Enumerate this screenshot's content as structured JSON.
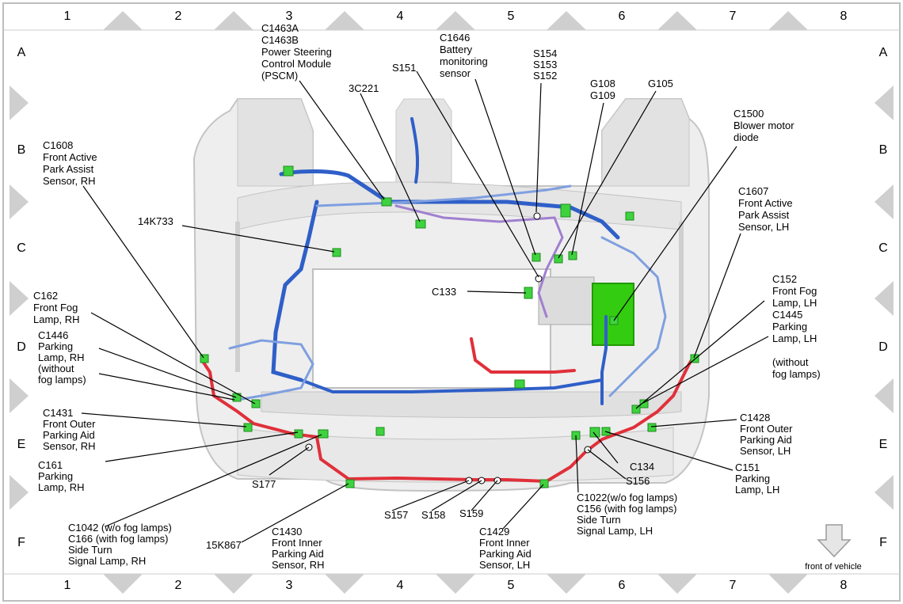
{
  "grid": {
    "columns": [
      "1",
      "2",
      "3",
      "4",
      "5",
      "6",
      "7",
      "8"
    ],
    "rows": [
      "A",
      "B",
      "C",
      "D",
      "E",
      "F"
    ]
  },
  "labels": {
    "c1463": [
      "C1463A",
      "C1463B",
      "Power Steering",
      "Control Module",
      "(PSCM)"
    ],
    "c1646": [
      "C1646",
      "Battery",
      "monitoring",
      "sensor"
    ],
    "s154": [
      "S154",
      "S153",
      "S152"
    ],
    "g108": [
      "G108",
      "G109"
    ],
    "g105": [
      "G105"
    ],
    "s151": [
      "S151"
    ],
    "c3221": [
      "3C221"
    ],
    "c1608": [
      "C1608",
      "Front Active",
      "Park Assist",
      "Sensor, RH"
    ],
    "c1500": [
      "C1500",
      "Blower motor",
      "diode"
    ],
    "c1607": [
      "C1607",
      "Front Active",
      "Park Assist",
      "Sensor, LH"
    ],
    "k14733": [
      "14K733"
    ],
    "c133": [
      "C133"
    ],
    "c162": [
      "C162",
      "Front Fog",
      "Lamp, RH"
    ],
    "c1446": [
      "C1446",
      "Parking",
      "Lamp, RH",
      "(without",
      "fog lamps)"
    ],
    "c152": [
      "C152",
      "Front Fog",
      "Lamp, LH"
    ],
    "c1445": [
      "C1445",
      "Parking",
      "Lamp, LH"
    ],
    "without_fog_lh": [
      "(without",
      "fog lamps)"
    ],
    "c1431": [
      "C1431",
      "Front Outer",
      "Parking Aid",
      "Sensor, RH"
    ],
    "c1428": [
      "C1428",
      "Front Outer",
      "Parking Aid",
      "Sensor, LH"
    ],
    "c161": [
      "C161",
      "Parking",
      "Lamp, RH"
    ],
    "s177": [
      "S177"
    ],
    "c134": [
      "C134"
    ],
    "s156": [
      "S156"
    ],
    "c151": [
      "C151",
      "Parking",
      "Lamp, LH"
    ],
    "c1042": [
      "C1042 (w/o fog lamps)",
      "C166  (with fog lamps)",
      "Side Turn",
      "Signal Lamp, RH"
    ],
    "k15867": [
      "15K867"
    ],
    "c1430": [
      "C1430",
      "Front Inner",
      "Parking Aid",
      "Sensor, RH"
    ],
    "s157": [
      "S157"
    ],
    "s158": [
      "S158"
    ],
    "s159": [
      "S159"
    ],
    "c1429": [
      "C1429",
      "Front Inner",
      "Parking Aid",
      "Sensor, LH"
    ],
    "c1022": [
      "C1022(w/o fog lamps)",
      "C156  (with fog lamps)",
      "Side Turn",
      "Signal Lamp, LH"
    ]
  },
  "front_of_vehicle": "front of vehicle",
  "colors": {
    "harness_blue": "#2f5fc8",
    "harness_light_blue": "#7f9fe0",
    "harness_red": "#e0303a",
    "harness_purple": "#a080d0",
    "connector_green": "#3fd23f",
    "body_gray": "#d9d9d9",
    "border_gray": "#c8c8c8"
  }
}
